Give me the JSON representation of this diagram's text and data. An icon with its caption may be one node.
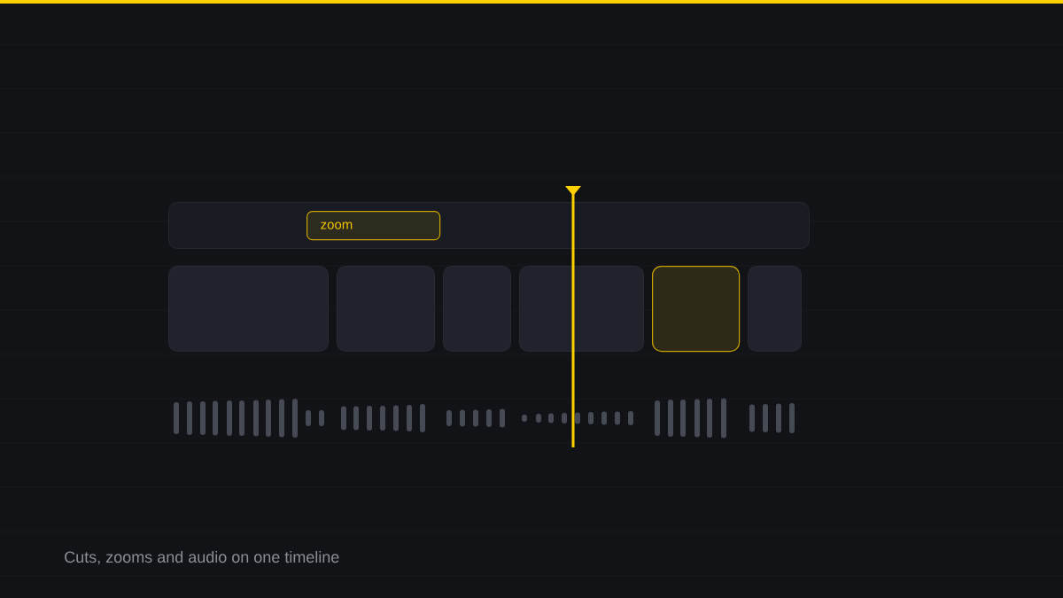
{
  "diagram": {
    "nodes": [
      {
        "text": [],
        "shape": "bar"
      },
      {
        "text": [
          "zoom"
        ],
        "in": 0
      },
      {
        "text": [],
        "shape": "box"
      },
      {
        "text": [],
        "shape": "box"
      },
      {
        "text": [],
        "shape": "box"
      },
      {
        "text": [],
        "shape": "box"
      },
      {
        "text": [],
        "shape": "box"
      },
      {
        "text": [],
        "shape": "box"
      }
    ],
    "caption": "Cuts, zooms and audio on one timeline"
  }
}
